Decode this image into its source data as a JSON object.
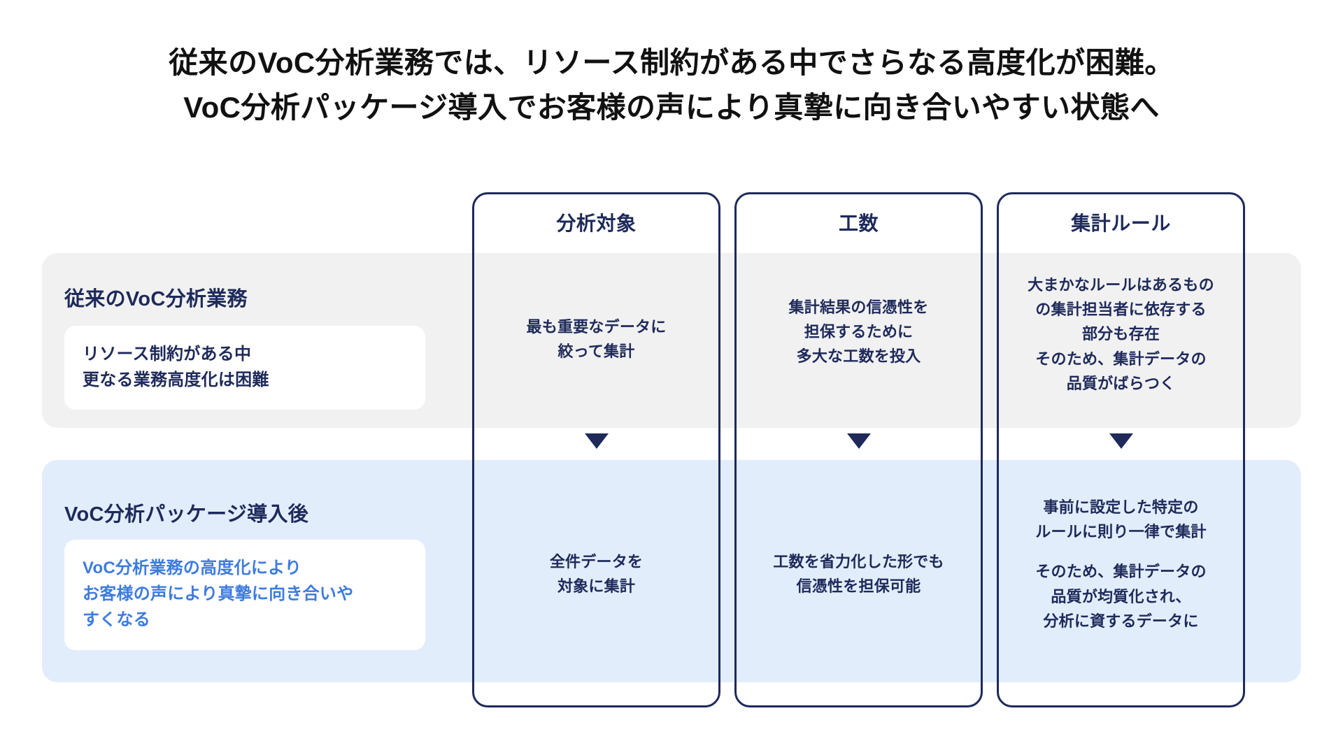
{
  "title": {
    "line1": "従来のVoC分析業務では、リソース制約がある中でさらなる高度化が困難。",
    "line2": "VoC分析パッケージ導入でお客様の声により真摯に向き合いやすい状態へ"
  },
  "colors": {
    "navy": "#1e2a5a",
    "accent_blue": "#3d7be0",
    "band_before_bg": "#f1f1f1",
    "band_after_bg": "#e2edfc",
    "card_bg": "#ffffff",
    "page_bg": "#ffffff",
    "title_text": "#111111"
  },
  "rows": [
    {
      "id": "before",
      "label": "従来のVoC分析業務",
      "card_lines": [
        "リソース制約がある中",
        "更なる業務高度化は困難"
      ]
    },
    {
      "id": "after",
      "label": "VoC分析パッケージ導入後",
      "card_lines": [
        "VoC分析業務の高度化により",
        "お客様の声により真摯に向き合いや",
        "すくなる"
      ]
    }
  ],
  "columns": [
    {
      "header": "分析対象",
      "before_lines": [
        "最も重要なデータに",
        "絞って集計"
      ],
      "after_lines": [
        "全件データを",
        "対象に集計"
      ]
    },
    {
      "header": "工数",
      "before_lines": [
        "集計結果の信憑性を",
        "担保するために",
        "多大な工数を投入"
      ],
      "after_lines": [
        "工数を省力化した形でも",
        "信憑性を担保可能"
      ]
    },
    {
      "header": "集計ルール",
      "before_lines": [
        "大まかなルールはあるもの",
        "の集計担当者に依存する",
        "部分も存在",
        "そのため、集計データの",
        "品質がばらつく"
      ],
      "after_lines": [
        "事前に設定した特定の",
        "ルールに則り一律で集計",
        "",
        "そのため、集計データの",
        "品質が均質化され、",
        "分析に資するデータに"
      ]
    }
  ],
  "arrows": {
    "glyph": "down-triangle",
    "count": 3
  }
}
